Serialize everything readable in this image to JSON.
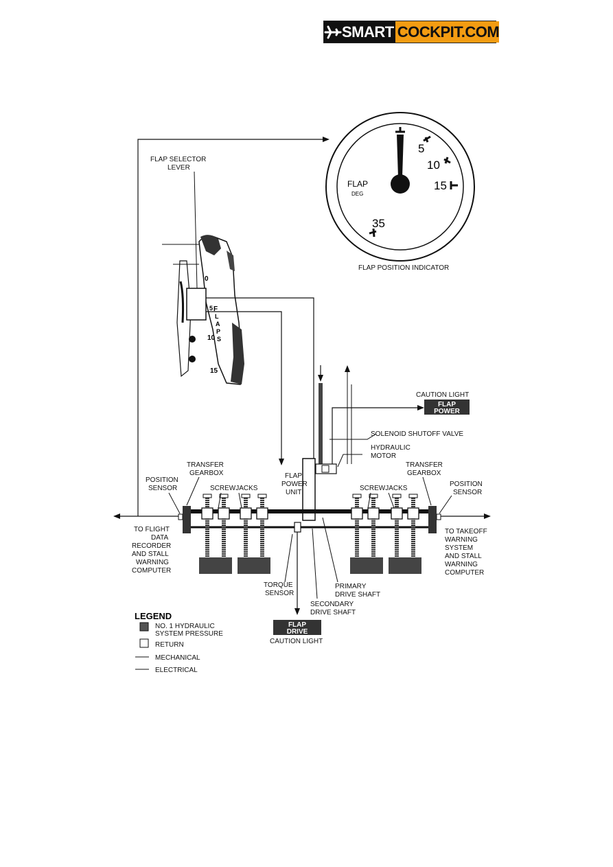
{
  "logo": {
    "part1": "SMART",
    "part2": "COCKPIT.COM",
    "icon": "airplane-icon"
  },
  "indicator": {
    "label_main": "FLAP",
    "label_sub": "DEG",
    "marks": [
      "5",
      "10",
      "15",
      "35"
    ],
    "caption": "FLAP POSITION INDICATOR"
  },
  "lever": {
    "title_line1": "FLAP SELECTOR",
    "title_line2": "LEVER",
    "detents": [
      "0",
      "5",
      "10",
      "15"
    ],
    "placard": [
      "F",
      "L",
      "A",
      "P",
      "S"
    ]
  },
  "caution_top": {
    "caption": "CAUTION LIGHT",
    "line1": "FLAP",
    "line2": "POWER"
  },
  "caution_bottom": {
    "caption": "CAUTION LIGHT",
    "line1": "FLAP",
    "line2": "DRIVE"
  },
  "labels": {
    "solenoid": "SOLENOID SHUTOFF VALVE",
    "hyd_motor_1": "HYDRAULIC",
    "hyd_motor_2": "MOTOR",
    "fpu_1": "FLAP",
    "fpu_2": "POWER",
    "fpu_3": "UNIT",
    "tg_left_1": "TRANSFER",
    "tg_left_2": "GEARBOX",
    "tg_right_1": "TRANSFER",
    "tg_right_2": "GEARBOX",
    "ps_left_1": "POSITION",
    "ps_left_2": "SENSOR",
    "ps_right_1": "POSITION",
    "ps_right_2": "SENSOR",
    "screwjacks_left": "SCREWJACKS",
    "screwjacks_right": "SCREWJACKS",
    "left_dest": [
      "TO FLIGHT",
      "DATA",
      "RECORDER",
      "AND STALL",
      "WARNING",
      "COMPUTER"
    ],
    "right_dest": [
      "TO TAKEOFF",
      "WARNING",
      "SYSTEM",
      "AND STALL",
      "WARNING",
      "COMPUTER"
    ],
    "torque_1": "TORQUE",
    "torque_2": "SENSOR",
    "primary_1": "PRIMARY",
    "primary_2": "DRIVE SHAFT",
    "secondary_1": "SECONDARY",
    "secondary_2": "DRIVE SHAFT"
  },
  "legend": {
    "title": "LEGEND",
    "items": [
      {
        "line1": "NO. 1 HYDRAULIC",
        "line2": "SYSTEM PRESSURE",
        "swatch": "#555555"
      },
      {
        "line1": "RETURN",
        "line2": "",
        "swatch": "#ffffff"
      },
      {
        "line1": "MECHANICAL",
        "line2": ""
      },
      {
        "line1": "ELECTRICAL",
        "line2": ""
      }
    ]
  },
  "colors": {
    "brand_orange": "#f39c12",
    "pressure": "#555555",
    "ink": "#111111"
  }
}
